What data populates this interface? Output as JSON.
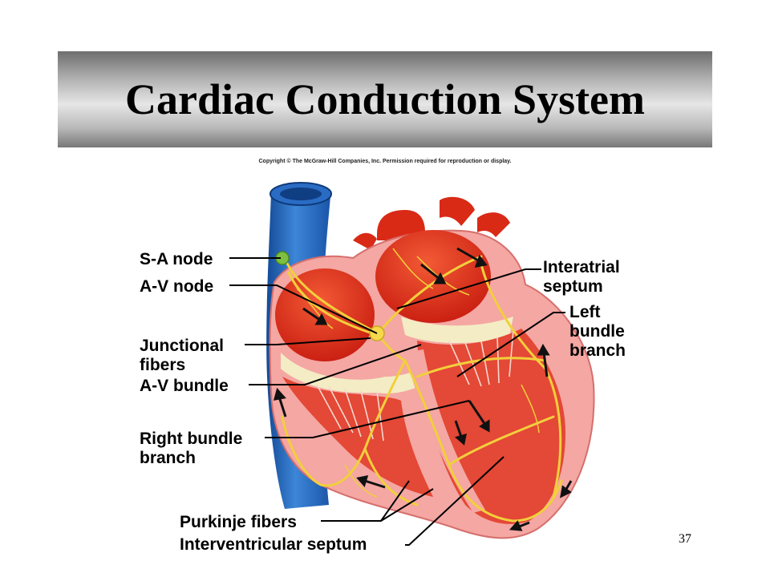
{
  "slide": {
    "title": "Cardiac Conduction System",
    "copyright": "Copyright © The McGraw-Hill Companies, Inc. Permission required for reproduction or display.",
    "page_number": "37"
  },
  "labels": {
    "sa_node": "S-A node",
    "av_node": "A-V node",
    "junctional_1": "Junctional",
    "junctional_2": "fibers",
    "av_bundle": "A-V bundle",
    "right_bundle_1": "Right bundle",
    "right_bundle_2": "branch",
    "purkinje": "Purkinje fibers",
    "interventricular": "Interventricular septum",
    "interatrial_1": "Interatrial",
    "interatrial_2": "septum",
    "left_bundle_1": "Left",
    "left_bundle_2": "bundle",
    "left_bundle_3": "branch"
  },
  "colors": {
    "vein": "#1f5fb8",
    "muscle": "#f4a7a3",
    "chamber": "#e8301a",
    "conduction": "#f1d34b"
  }
}
